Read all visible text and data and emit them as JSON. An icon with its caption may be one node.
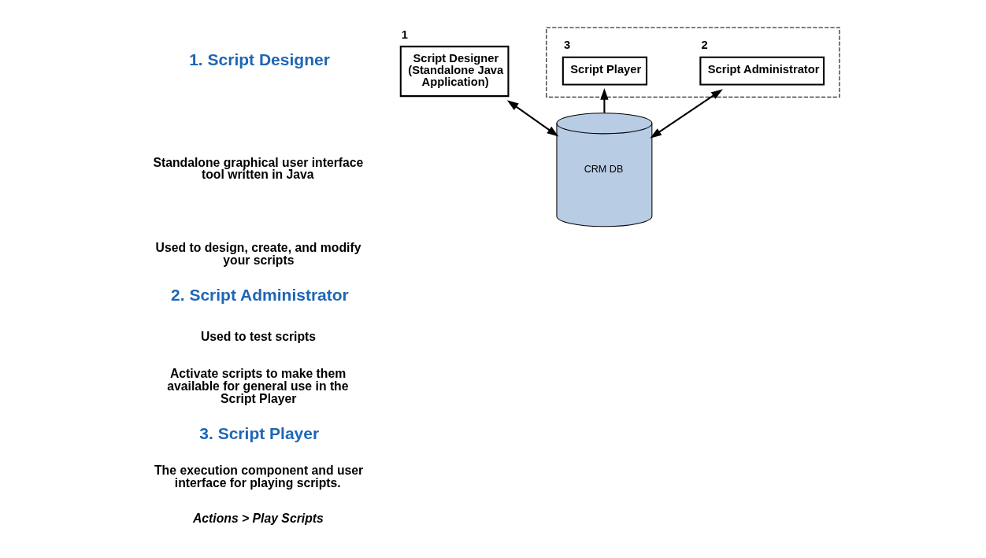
{
  "diagram": {
    "nodes": [
      {
        "text": [
          "Script Designer (Standalone Java Application)"
        ],
        "beside": [
          "1"
        ]
      },
      {
        "text": [],
        "shape": "box"
      },
      {
        "text": [
          "Script Administrator"
        ],
        "beside": [
          "2"
        ],
        "in": 1
      },
      {
        "text": [
          "Script Player"
        ],
        "beside": [
          "3"
        ],
        "in": 1
      },
      {
        "text": [
          "CRM DB"
        ]
      }
    ],
    "edges": [
      {
        "from": 0,
        "to": 4,
        "arrow": "both"
      },
      {
        "from": 2,
        "to": 4,
        "arrow": "both"
      },
      {
        "from": 4,
        "to": 3,
        "arrow": "to"
      }
    ],
    "labels": [
      "1. Script Designer",
      "Standalone graphical user interface tool written in Java",
      "Used to design, create, and modify your scripts",
      "2. Script Administrator",
      "Used to test scripts",
      "Activate scripts to make them available for general use in the Script Player",
      "3. Script Player",
      "The execution component and user interface for playing scripts.",
      "Actions > Play Scripts"
    ]
  }
}
